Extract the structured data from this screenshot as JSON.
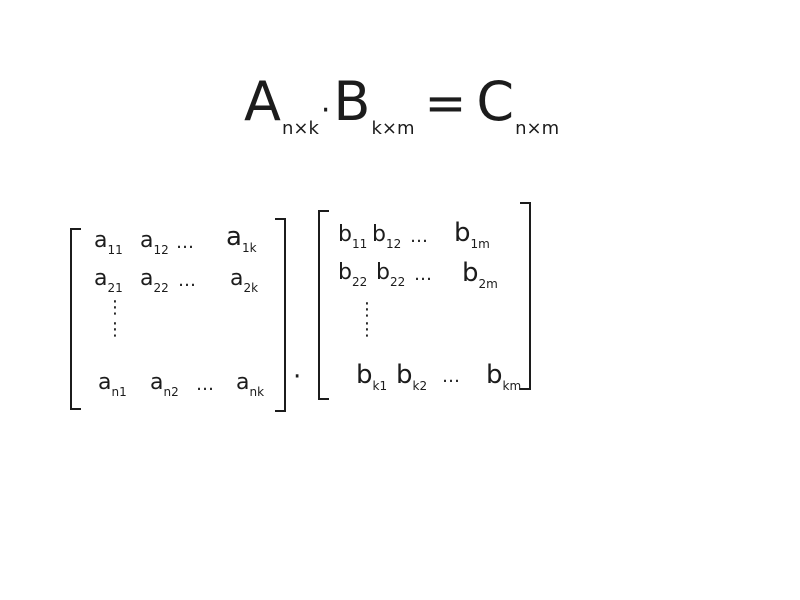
{
  "equation": {
    "A": "A",
    "A_sub": "n×k",
    "dot": "·",
    "B": "B",
    "B_sub": "k×m",
    "equals": "=",
    "C": "C",
    "C_sub": "n×m"
  },
  "matrix_a": {
    "row1": {
      "e1": "a",
      "e1s": "11",
      "e2": "a",
      "e2s": "12",
      "dots": "…",
      "e3": "a",
      "e3s": "1k"
    },
    "row2": {
      "e1": "a",
      "e1s": "21",
      "e2": "a",
      "e2s": "22",
      "dots": "…",
      "e3": "a",
      "e3s": "2k"
    },
    "vdots": "⋮",
    "row3": {
      "e1": "a",
      "e1s": "n1",
      "e2": "a",
      "e2s": "n2",
      "dots": "…",
      "e3": "a",
      "e3s": "nk"
    }
  },
  "between": "·",
  "matrix_b": {
    "row1": {
      "e1": "b",
      "e1s": "11",
      "e2": "b",
      "e2s": "12",
      "dots": "…",
      "e3": "b",
      "e3s": "1m"
    },
    "row2": {
      "e1": "b",
      "e1s": "22",
      "e2": "b",
      "e2s": "22",
      "dots": "…",
      "e3": "b",
      "e3s": "2m"
    },
    "vdots": "⋮",
    "row3": {
      "e1": "b",
      "e1s": "k1",
      "e2": "b",
      "e2s": "k2",
      "dots": "…",
      "e3": "b",
      "e3s": "km"
    }
  }
}
